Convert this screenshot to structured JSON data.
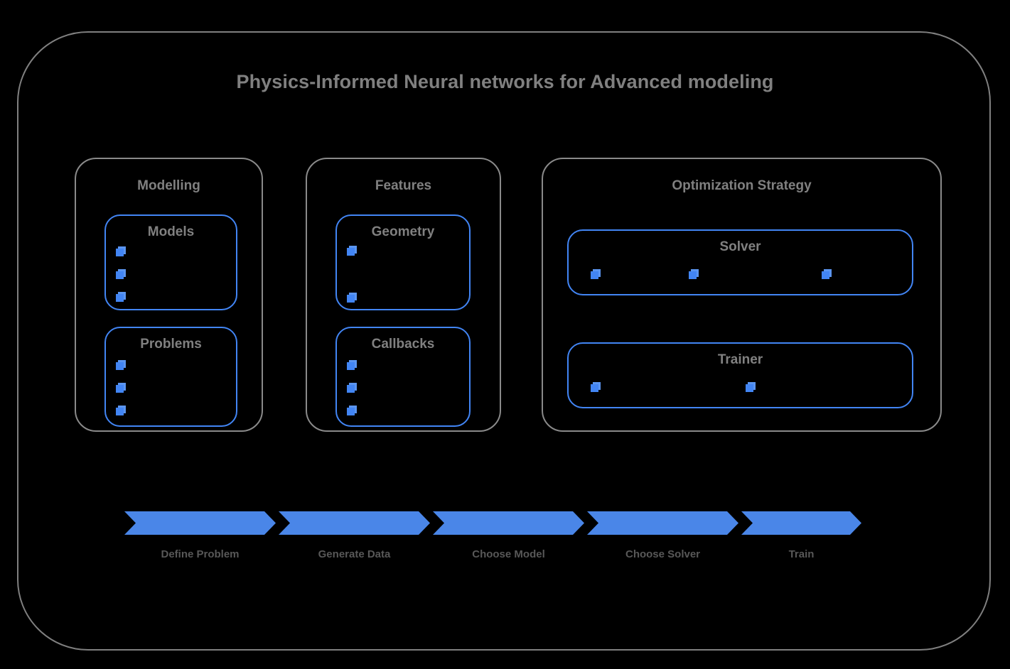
{
  "diagram": {
    "title": "Physics-Informed Neural networks for Advanced modeling",
    "frame_color": "#808080",
    "accent_color": "#4285f4",
    "arrow_color": "#4a86e8",
    "label_color": "#808080"
  },
  "groups": [
    {
      "name": "modelling",
      "title": "Modelling",
      "boxes": [
        {
          "name": "models",
          "title": "Models",
          "items": 3
        },
        {
          "name": "problems",
          "title": "Problems",
          "items": 3
        }
      ]
    },
    {
      "name": "features",
      "title": "Features",
      "boxes": [
        {
          "name": "geometry",
          "title": "Geometry",
          "items": 2
        },
        {
          "name": "callbacks",
          "title": "Callbacks",
          "items": 3
        }
      ]
    },
    {
      "name": "optimization",
      "title": "Optimization Strategy",
      "boxes": [
        {
          "name": "solver",
          "title": "Solver",
          "items": 3
        },
        {
          "name": "trainer",
          "title": "Trainer",
          "items": 2
        }
      ]
    }
  ],
  "process": {
    "steps": [
      {
        "label": "Define Problem"
      },
      {
        "label": "Generate Data"
      },
      {
        "label": "Choose Model"
      },
      {
        "label": "Choose Solver"
      },
      {
        "label": "Train"
      }
    ]
  }
}
